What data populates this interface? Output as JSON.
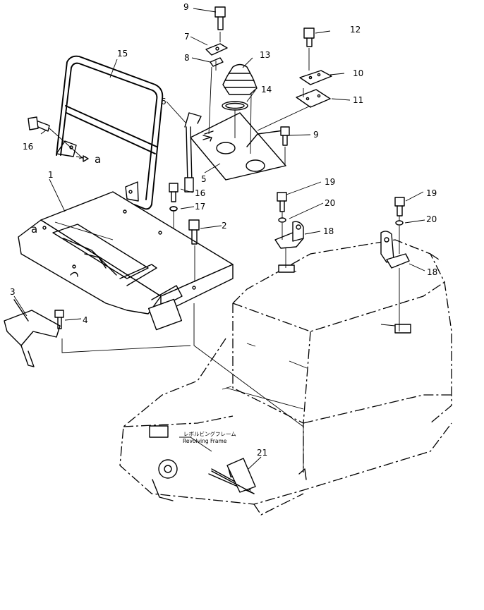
{
  "figure": {
    "title": "",
    "part_numbers": [
      "1",
      "2",
      "3",
      "4",
      "5",
      "6",
      "7",
      "8",
      "9",
      "9",
      "10",
      "11",
      "12",
      "13",
      "14",
      "15",
      "16",
      "16",
      "17",
      "18",
      "18",
      "19",
      "19",
      "20",
      "20",
      "21"
    ],
    "view_marker": "a",
    "frame_note": {
      "jp": "レボルビングフレーム",
      "en": "Revolving Frame"
    }
  },
  "labels": {
    "l1": "1",
    "l2": "2",
    "l3": "3",
    "l4": "4",
    "l5": "5",
    "l6": "6",
    "l7": "7",
    "l8": "8",
    "l9a": "9",
    "l9b": "9",
    "l10": "10",
    "l11": "11",
    "l12": "12",
    "l13": "13",
    "l14": "14",
    "l15": "15",
    "l16a": "16",
    "l16b": "16",
    "l17": "17",
    "l18a": "18",
    "l18b": "18",
    "l19a": "19",
    "l19b": "19",
    "l20a": "20",
    "l20b": "20",
    "l21": "21",
    "a1": "a",
    "a2": "a"
  }
}
